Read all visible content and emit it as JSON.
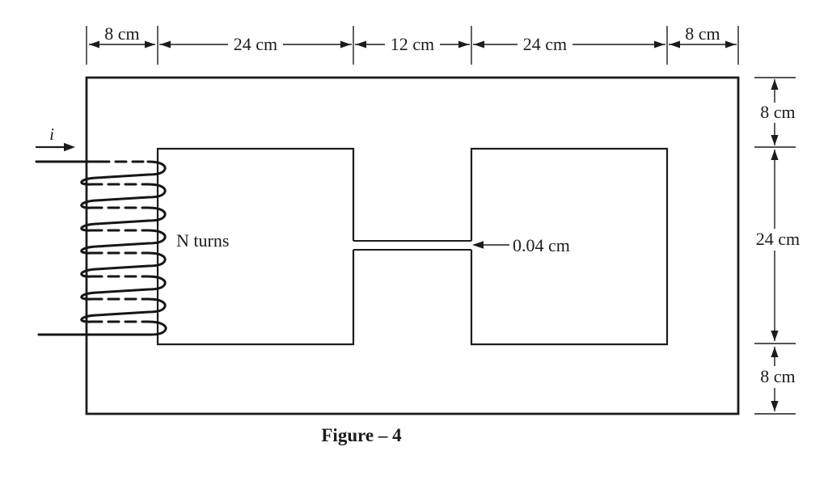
{
  "figure": {
    "caption": "Figure – 4"
  },
  "coil": {
    "label": "N turns",
    "current_label": "i",
    "turns_drawn": 8
  },
  "air_gap": {
    "label": "0.04 cm"
  },
  "dimensions": {
    "top": [
      {
        "label": "8 cm"
      },
      {
        "label": "24 cm"
      },
      {
        "label": "12 cm"
      },
      {
        "label": "24 cm"
      },
      {
        "label": "8 cm"
      }
    ],
    "right": [
      {
        "label": "8 cm"
      },
      {
        "label": "24 cm"
      },
      {
        "label": "8 cm"
      }
    ]
  },
  "colors": {
    "ink": "#1c1c1c",
    "background": "#ffffff"
  }
}
